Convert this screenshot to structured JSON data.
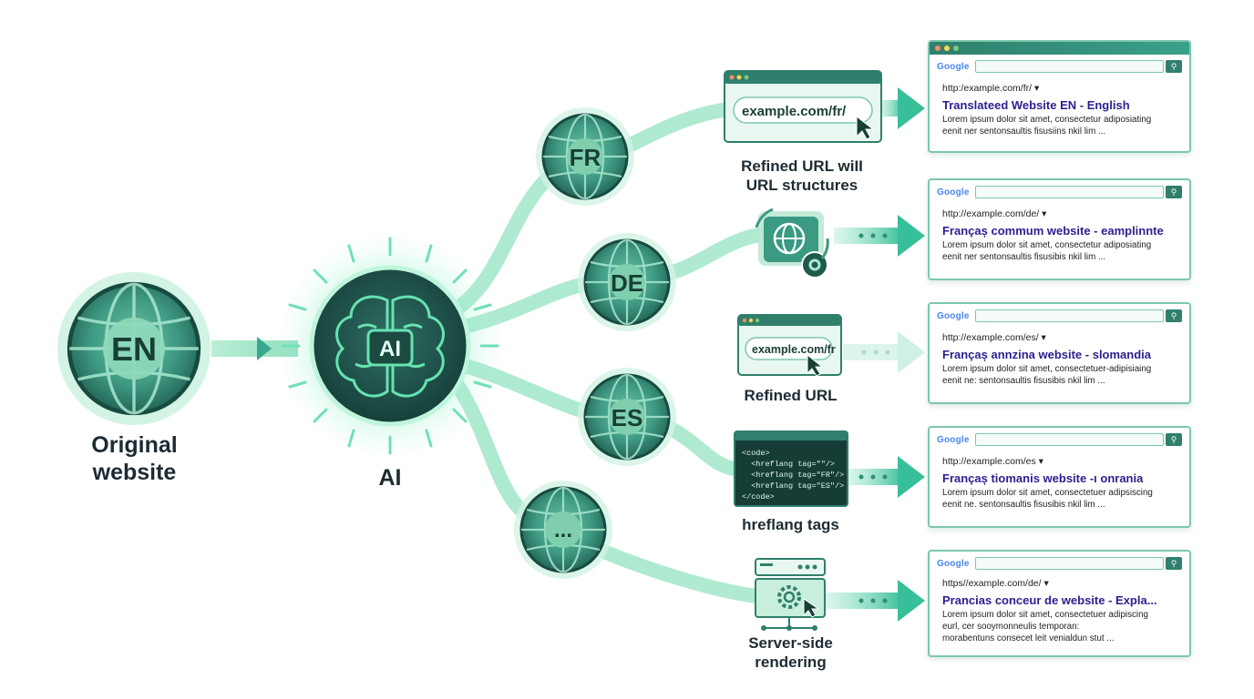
{
  "nodes": {
    "source": {
      "code": "EN",
      "caption_line1": "Original",
      "caption_line2": "website"
    },
    "ai": {
      "badge": "AI",
      "caption": "AI"
    },
    "fr": {
      "code": "FR"
    },
    "de": {
      "code": "DE"
    },
    "es": {
      "code": "ES"
    },
    "more": {
      "code": "..."
    }
  },
  "techniques": {
    "fr": {
      "url": "example.com/fr/",
      "caption_line1": "Refined URL wiII",
      "caption_line2": "URL structures"
    },
    "refined": {
      "url": "example.com/fr",
      "caption": "Refined URL"
    },
    "hreflang": {
      "code_lines": [
        "<code>",
        "  <hreflang tag=\"\"/>",
        "  <hreflang tag=\"FR\"/>",
        "  <hreflang tag=\"ES\"/>",
        "</code>"
      ],
      "caption": "hreflang tags"
    },
    "ssr": {
      "caption_line1": "Server-side",
      "caption_line2": "rendering"
    }
  },
  "search_results": [
    {
      "logo": "Google",
      "url": "http:/example.com/fr/ ▾",
      "title": "Translateed Website EN - English",
      "desc1": "Lorem ipsum dolor sit amet, consectetur adiposiating",
      "desc2": "eenit ner sentonsaultis fisusiins nkil lim ..."
    },
    {
      "logo": "Google",
      "url": "http://example.com/de/ ▾",
      "title": "Françaș commum website - eamplinnte",
      "desc1": "Lorem ipsum dolor sit amet, consectetur adiposiating",
      "desc2": "eenit ner sentonsaultis fisusibis nkil lim ..."
    },
    {
      "logo": "Google",
      "url": "http://example.com/es/ ▾",
      "title": "Françaș annzina website - slomandia",
      "desc1": "Lorem ipsum dolor sit amet, consectetuer-adipisiaing",
      "desc2": "eenit ne: sentonsaultis fisusibis nkil lim ..."
    },
    {
      "logo": "Google",
      "url": "http://example.com/es ▾",
      "title": "Françaș tiomanis website -ı onrania",
      "desc1": "Lorem ipsum dolor sit amet, consectetuer adipsiscing",
      "desc2": "eenit ne. sentonsaultis fisusibis nkil lim ..."
    },
    {
      "logo": "Google",
      "url": "https//example.com/de/ ▾",
      "title": "Prancias conceur de website - Expla...",
      "desc1": "Lorem ipsum dolor sit amet, consectetuer adipiscing",
      "desc2": "eurl, cer sooymonneulis temporan:",
      "desc3": "morabentuns consecet leit venialdun stut ..."
    }
  ],
  "colors": {
    "dark_green": "#1f5a4c",
    "teal": "#2f9f86",
    "mint": "#8fe0bf",
    "light_mint": "#c9f2de",
    "title_blue": "#2a1f8f"
  }
}
